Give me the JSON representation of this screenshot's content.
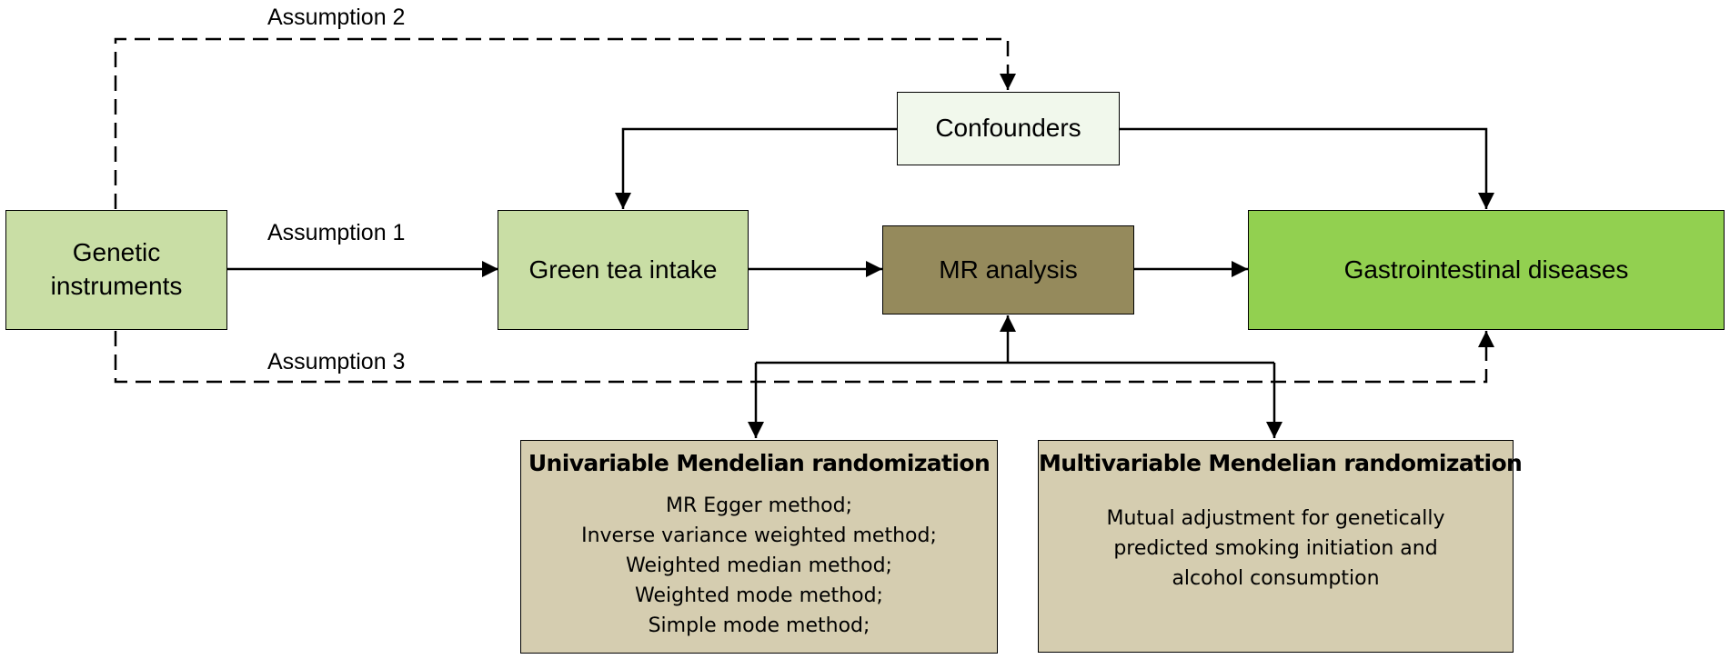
{
  "nodes": {
    "genetic_instruments": {
      "line1": "Genetic",
      "line2": "instruments"
    },
    "green_tea": "Green tea intake",
    "mr_analysis": "MR analysis",
    "gi_diseases": "Gastrointestinal diseases",
    "confounders": "Confounders"
  },
  "assumptions": {
    "a1": "Assumption 1",
    "a2": "Assumption 2",
    "a3": "Assumption 3"
  },
  "univariable": {
    "title": "Univariable Mendelian randomization",
    "methods": [
      "MR Egger method;",
      "Inverse variance weighted method;",
      "Weighted median method;",
      "Weighted mode method;",
      "Simple mode method;"
    ]
  },
  "multivariable": {
    "title": "Multivariable Mendelian randomization",
    "lines": [
      "Mutual adjustment for genetically",
      "predicted smoking initiation and",
      "alcohol consumption"
    ]
  },
  "colors": {
    "light_green": "#c9dea5",
    "mr_brown": "#958a5c",
    "bright_green": "#92d050",
    "confounder_fill": "#f1f8ec",
    "method_fill": "#d5cdb0"
  }
}
